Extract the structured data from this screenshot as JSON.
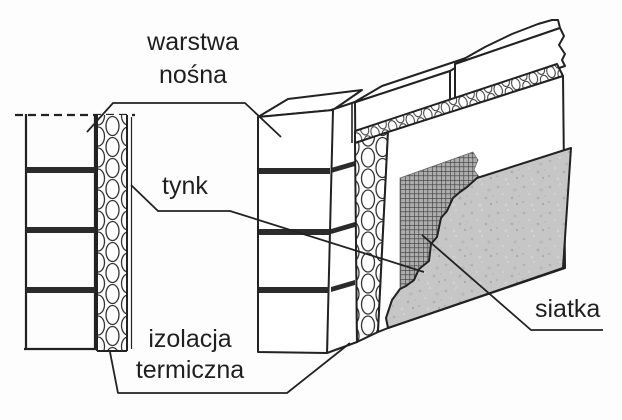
{
  "diagram": {
    "labels": {
      "warstwa_nosna": {
        "line1": "warstwa",
        "line2": "nośna"
      },
      "tynk": {
        "text": "tynk"
      },
      "izolacja_termiczna": {
        "line1": "izolacja",
        "line2": "termiczna"
      },
      "siatka": {
        "text": "siatka"
      }
    },
    "colors": {
      "line": "#222222",
      "mortar_joint": "#2b2b2b",
      "plaster_gray": "#c6c6c6",
      "mesh_dark": "#3c3c3c",
      "mesh_light": "#adadad",
      "background": "#fdfdfd"
    }
  }
}
